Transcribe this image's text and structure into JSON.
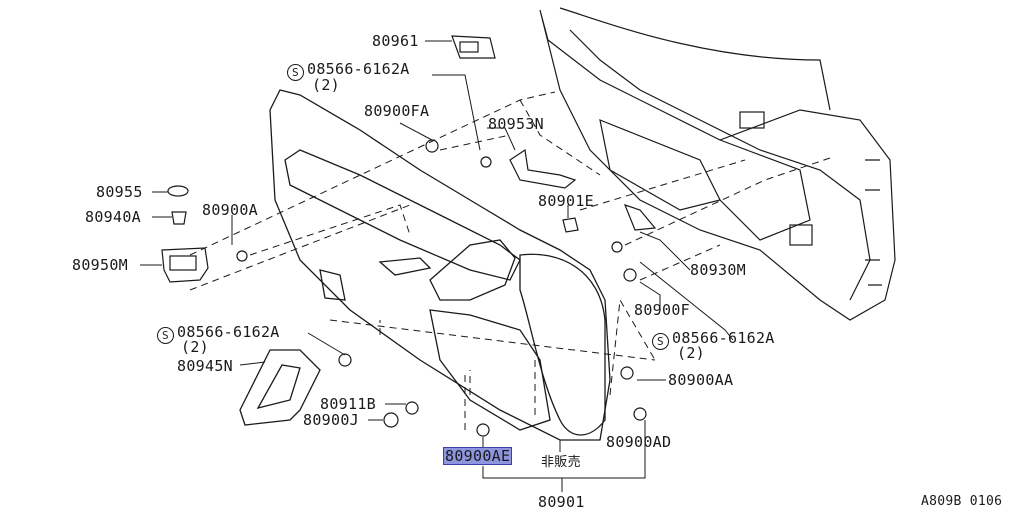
{
  "parts": {
    "p80961": "80961",
    "p08566_top": "08566-6162A",
    "p08566_top_qty": "(2)",
    "p80900FA": "80900FA",
    "p80953N": "80953N",
    "p80955": "80955",
    "p80940A": "80940A",
    "p80900A": "80900A",
    "p80950M": "80950M",
    "p80901E": "80901E",
    "p80930M": "80930M",
    "p80900F": "80900F",
    "p08566_left": "08566-6162A",
    "p08566_left_qty": "(2)",
    "p08566_right": "08566-6162A",
    "p08566_right_qty": "(2)",
    "p80945N": "80945N",
    "p80900AA": "80900AA",
    "p80911B": "80911B",
    "p80900J": "80900J",
    "p80900AE": "80900AE",
    "p80900AD": "80900AD",
    "not_for_sale": "非販売",
    "p80901": "80901",
    "symbol_s": "S"
  },
  "footer": {
    "code": "A809B 0106"
  },
  "colors": {
    "highlight": "#8f96e0",
    "ink": "#1a1a1a"
  }
}
